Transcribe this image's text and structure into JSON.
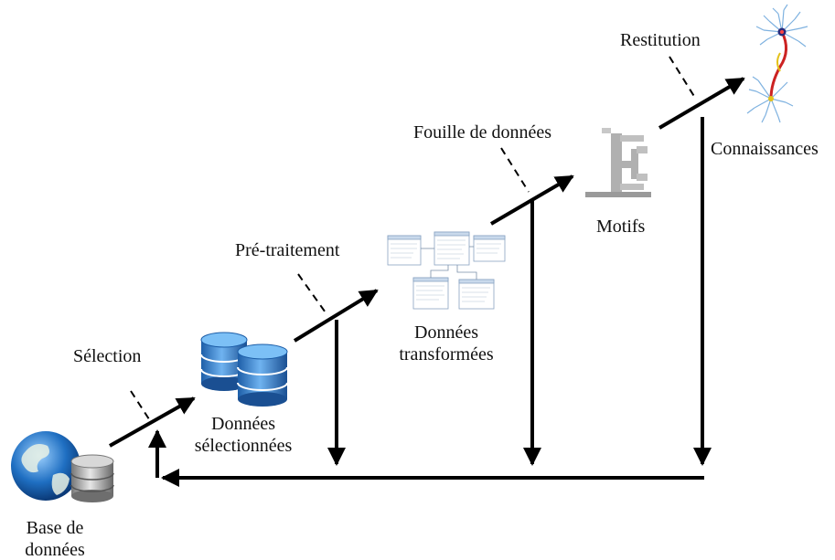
{
  "diagram": {
    "steps": {
      "selection": "Sélection",
      "pretraitement": "Pré-traitement",
      "fouille": "Fouille de données",
      "restitution": "Restitution"
    },
    "nodes": {
      "base": {
        "line1": "Base de",
        "line2": "données"
      },
      "selectionnees": {
        "line1": "Données",
        "line2": "sélectionnées"
      },
      "transformees": {
        "line1": "Données",
        "line2": "transformées"
      },
      "motifs": "Motifs",
      "connaissances": "Connaissances"
    },
    "icons": {
      "base": "globe-database-icon",
      "selectionnees": "database-stack-icon",
      "transformees": "table-schema-icon",
      "motifs": "tree-pattern-icon",
      "connaissances": "neuron-icon"
    },
    "colors": {
      "arrow": "#000000",
      "db_blue": "#2f7fd0",
      "pattern_grey": "#aaaaaa",
      "neuron_blue": "#6fa8dc",
      "neuron_red": "#cc2222"
    }
  }
}
